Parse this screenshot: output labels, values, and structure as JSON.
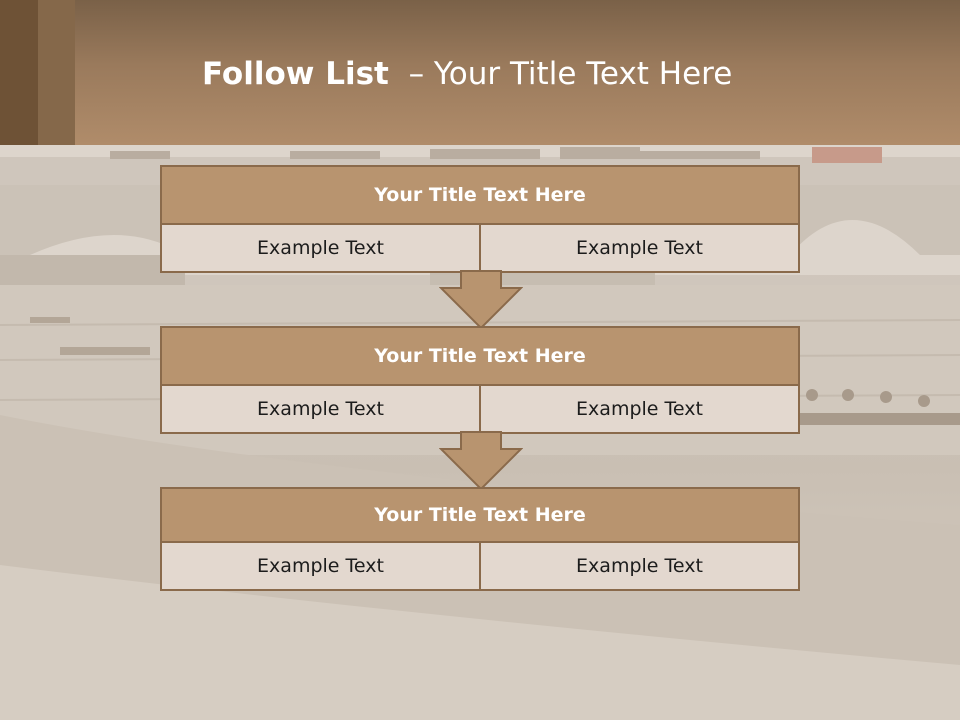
{
  "slide": {
    "title_bold": "Follow List",
    "title_rest": "  – Your Title Text Here"
  },
  "steps": [
    {
      "title": "Your Title Text Here",
      "left": "Example Text",
      "right": "Example Text"
    },
    {
      "title": "Your Title Text Here",
      "left": "Example Text",
      "right": "Example Text"
    },
    {
      "title": "Your Title Text Here",
      "left": "Example Text",
      "right": "Example Text"
    }
  ],
  "colors": {
    "header": "#9a7a5c",
    "box_header": "#b8946f",
    "box_body": "#e3d8cf",
    "border": "#8a6a4b"
  }
}
